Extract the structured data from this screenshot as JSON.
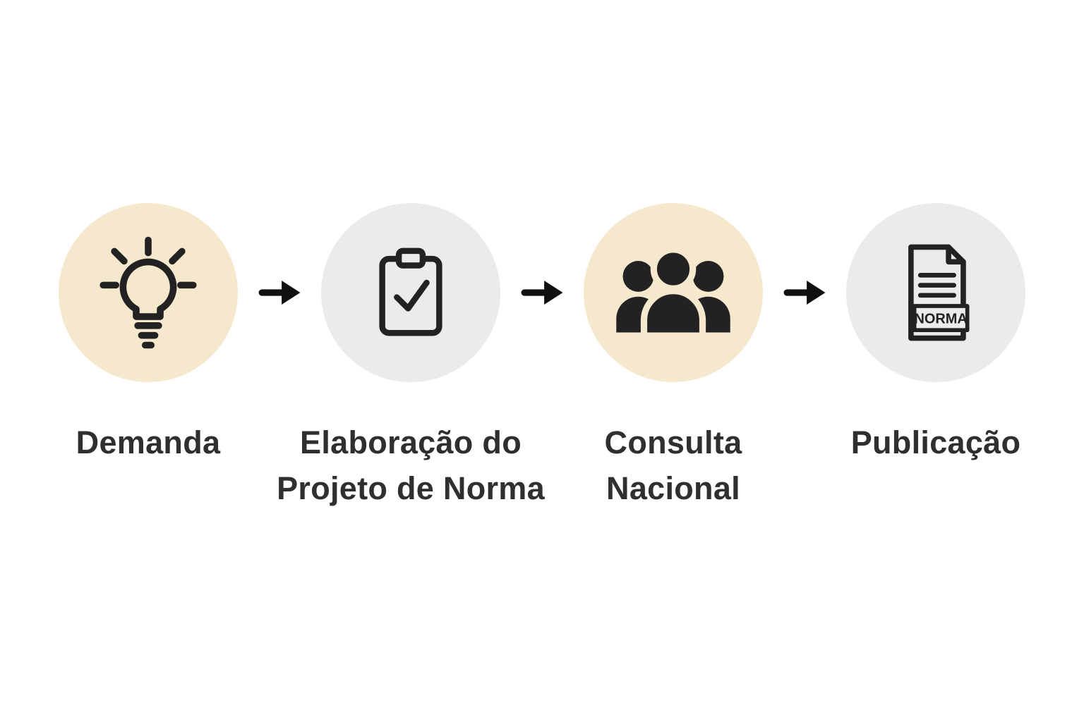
{
  "diagram": {
    "steps": [
      {
        "label": "Demanda",
        "icon": "lightbulb-icon",
        "circle_color": "beige"
      },
      {
        "label": "Elaboração do Projeto de Norma",
        "icon": "clipboard-check-icon",
        "circle_color": "gray"
      },
      {
        "label": "Consulta Nacional",
        "icon": "people-group-icon",
        "circle_color": "beige"
      },
      {
        "label": "Publicação",
        "icon": "document-icon",
        "circle_color": "gray",
        "document_text": "NORMA"
      }
    ],
    "connector": "arrow-right-icon",
    "colors": {
      "background": "#ffffff",
      "beige_circle": "#f5e8cc",
      "gray_circle": "#ebebeb",
      "icon_color": "#222222",
      "text_color": "#2f2f2f",
      "arrow_color": "#111111"
    }
  }
}
